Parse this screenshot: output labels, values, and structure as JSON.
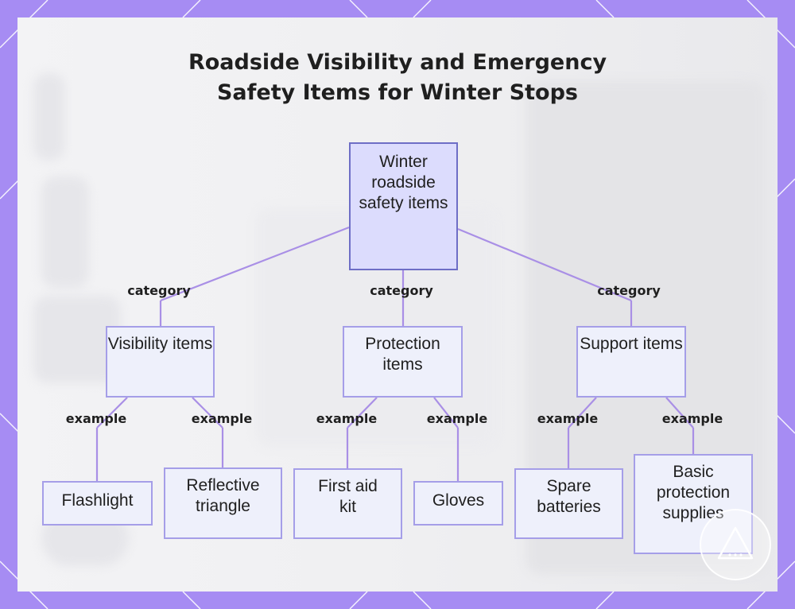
{
  "title_lines": [
    "Roadside Visibility and Emergency",
    "Safety Items for Winter Stops"
  ],
  "colors": {
    "frame": "#a68cf3",
    "panel": "#f1f1f3",
    "root_fill": "#dcdcfd",
    "root_border": "#6e6ec6",
    "node_fill": "#eef0fb",
    "node_border": "#a59ee8",
    "link": "#a98fe6"
  },
  "nodes": {
    "root": "Winter roadside safety items",
    "visibility": "Visibility items",
    "protection": "Protection items",
    "support": "Support items",
    "flashlight": "Flashlight",
    "reflective_triangle": "Reflective triangle",
    "first_aid_kit": "First aid kit",
    "gloves": "Gloves",
    "spare_batteries": "Spare batteries",
    "basic_protection_supplies": "Basic protection supplies"
  },
  "edge_labels": {
    "category_1": "category",
    "category_2": "category",
    "category_3": "category",
    "example_1": "example",
    "example_2": "example",
    "example_3": "example",
    "example_4": "example",
    "example_5": "example",
    "example_6": "example"
  },
  "icons": {
    "watermark": "warning-triangle-icon"
  }
}
